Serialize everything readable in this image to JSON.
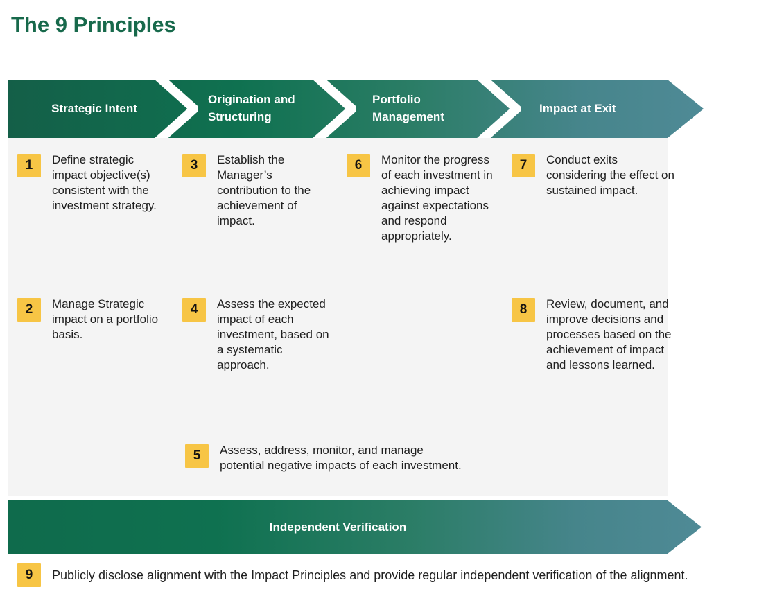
{
  "page": {
    "title": "The 9 Principles"
  },
  "colors": {
    "title_green": "#17694B",
    "banner_gradient_start": "#145F48",
    "banner_gradient_mid": "#0F7150",
    "banner_gradient_end": "#4F8A96",
    "number_badge_yellow": "#F7C545",
    "panel_gray": "#F4F4F4",
    "body_text": "#1F1F1F",
    "banner_text": "#FFFFFF"
  },
  "pipeline": {
    "stages": [
      {
        "label": "Strategic Intent"
      },
      {
        "label": "Origination and Structuring"
      },
      {
        "label": "Portfolio Management"
      },
      {
        "label": "Impact at Exit"
      }
    ],
    "verification_label": "Independent Verification"
  },
  "principles": [
    {
      "number": "1",
      "text": "Define strategic impact objective(s) consistent with the investment strategy."
    },
    {
      "number": "2",
      "text": "Manage Strategic impact on a portfolio basis."
    },
    {
      "number": "3",
      "text": "Establish the Manager’s contribution to the achievement of impact."
    },
    {
      "number": "4",
      "text": "Assess the expected impact of each investment, based on a systematic approach."
    },
    {
      "number": "5",
      "text": "Assess, address, monitor, and manage potential negative impacts of each investment."
    },
    {
      "number": "6",
      "text": "Monitor the progress of each investment in achieving impact against expectations and respond appropriately."
    },
    {
      "number": "7",
      "text": "Conduct exits considering the effect on sustained impact."
    },
    {
      "number": "8",
      "text": "Review, document, and improve decisions and processes based on the achievement of impact and lessons learned."
    },
    {
      "number": "9",
      "text": "Publicly disclose alignment with the Impact Principles and provide regular independent verification of the alignment."
    }
  ]
}
